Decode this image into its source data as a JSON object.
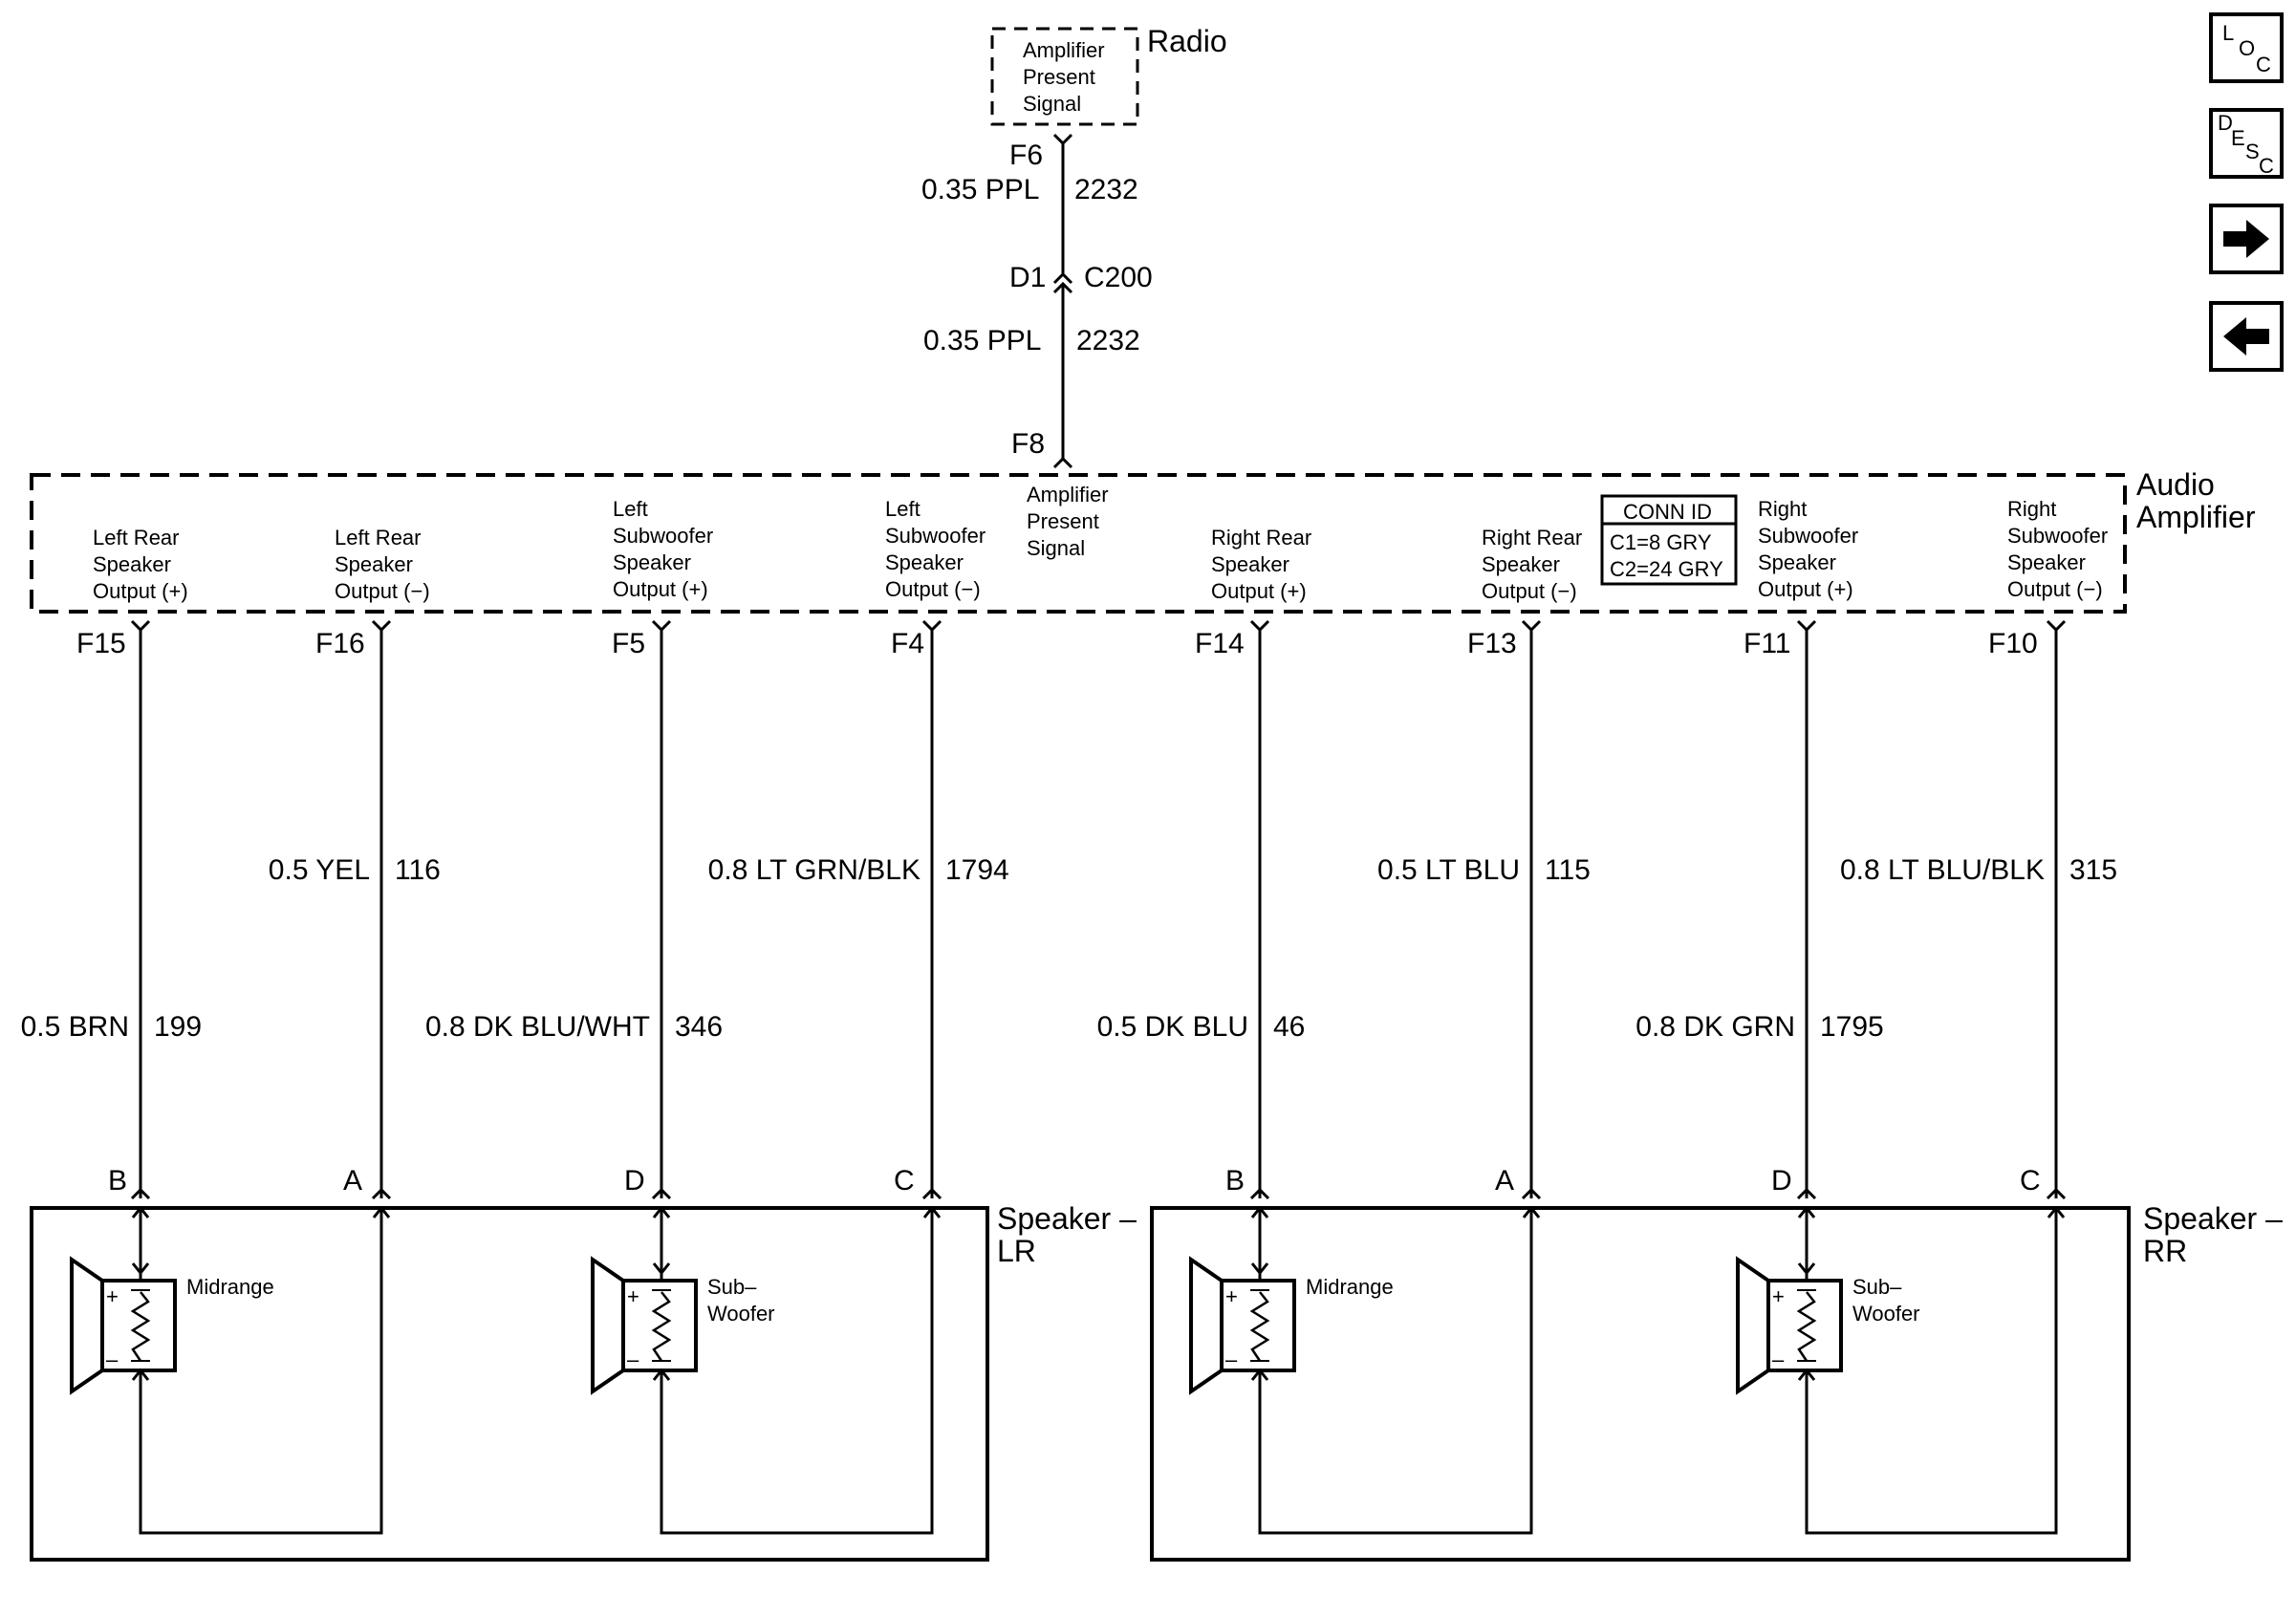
{
  "radio": {
    "title": "Radio",
    "label": [
      "Amplifier",
      "Present",
      "Signal"
    ]
  },
  "top_wire": {
    "pin_radio": "F6",
    "upper_color": "0.35 PPL",
    "upper_circuit": "2232",
    "connector_pin": "D1",
    "connector": "C200",
    "lower_color": "0.35 PPL",
    "lower_circuit": "2232",
    "pin_amp": "F8"
  },
  "amplifier": {
    "title": [
      "Audio",
      "Amplifier"
    ],
    "present_signal": [
      "Amplifier",
      "Present",
      "Signal"
    ],
    "conn_id": {
      "header": "CONN ID",
      "lines": [
        "C1=8 GRY",
        "C2=24 GRY"
      ]
    },
    "outputs": [
      {
        "label": [
          "Left Rear",
          "Speaker",
          "Output (+)"
        ],
        "pin": "F15",
        "color": "0.5 BRN",
        "circuit": "199",
        "spk_pin": "B"
      },
      {
        "label": [
          "Left Rear",
          "Speaker",
          "Output (−)"
        ],
        "pin": "F16",
        "color": "0.5 YEL",
        "circuit": "116",
        "spk_pin": "A"
      },
      {
        "label": [
          "Left",
          "Subwoofer",
          "Speaker",
          "Output (+)"
        ],
        "pin": "F5",
        "color": "0.8 DK BLU/WHT",
        "circuit": "346",
        "spk_pin": "D"
      },
      {
        "label": [
          "Left",
          "Subwoofer",
          "Speaker",
          "Output (−)"
        ],
        "pin": "F4",
        "color": "0.8 LT GRN/BLK",
        "circuit": "1794",
        "spk_pin": "C"
      },
      {
        "label": [
          "Right Rear",
          "Speaker",
          "Output (+)"
        ],
        "pin": "F14",
        "color": "0.5 DK BLU",
        "circuit": "46",
        "spk_pin": "B"
      },
      {
        "label": [
          "Right Rear",
          "Speaker",
          "Output (−)"
        ],
        "pin": "F13",
        "color": "0.5 LT BLU",
        "circuit": "115",
        "spk_pin": "A"
      },
      {
        "label": [
          "Right",
          "Subwoofer",
          "Speaker",
          "Output (+)"
        ],
        "pin": "F11",
        "color": "0.8 DK GRN",
        "circuit": "1795",
        "spk_pin": "D"
      },
      {
        "label": [
          "Right",
          "Subwoofer",
          "Speaker",
          "Output (−)"
        ],
        "pin": "F10",
        "color": "0.8 LT BLU/BLK",
        "circuit": "315",
        "spk_pin": "C"
      }
    ]
  },
  "speakers": {
    "lr": {
      "title": [
        "Speaker –",
        "LR"
      ],
      "midrange": "Midrange",
      "sub": [
        "Sub–",
        "Woofer"
      ]
    },
    "rr": {
      "title": [
        "Speaker –",
        "RR"
      ],
      "midrange": "Midrange",
      "sub": [
        "Sub–",
        "Woofer"
      ]
    },
    "polarity_plus": "+",
    "polarity_minus": "–"
  },
  "nav": {
    "loc": [
      "L",
      "O",
      "C"
    ],
    "desc": [
      "D",
      "E",
      "S",
      "C"
    ],
    "icons": [
      "arrow-right-icon",
      "arrow-left-icon"
    ]
  }
}
